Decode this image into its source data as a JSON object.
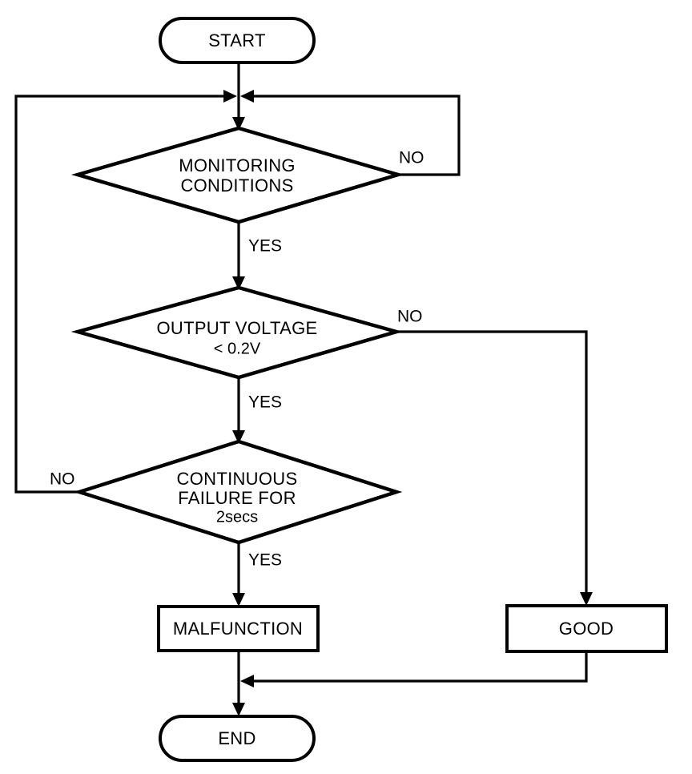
{
  "diagram": {
    "type": "flowchart",
    "title": "",
    "orientation": "top-to-bottom",
    "background_color": "#ffffff",
    "line_color": "#000000",
    "text_color": "#000000"
  },
  "nodes": {
    "start": {
      "label": "START",
      "shape": "terminator"
    },
    "monitoring": {
      "label_line1": "MONITORING",
      "label_line2": "CONDITIONS",
      "shape": "decision"
    },
    "voltage": {
      "label_line1": "OUTPUT VOLTAGE",
      "label_line2": "< 0.2V",
      "shape": "decision"
    },
    "continuous": {
      "label_line1": "CONTINUOUS",
      "label_line2": "FAILURE FOR",
      "label_line3": "2secs",
      "shape": "decision"
    },
    "malfunction": {
      "label": "MALFUNCTION",
      "shape": "process"
    },
    "good": {
      "label": "GOOD",
      "shape": "process"
    },
    "end": {
      "label": "END",
      "shape": "terminator"
    }
  },
  "edge_labels": {
    "monitoring_no": "NO",
    "monitoring_yes": "YES",
    "voltage_no": "NO",
    "voltage_yes": "YES",
    "continuous_no": "NO",
    "continuous_yes": "YES"
  }
}
